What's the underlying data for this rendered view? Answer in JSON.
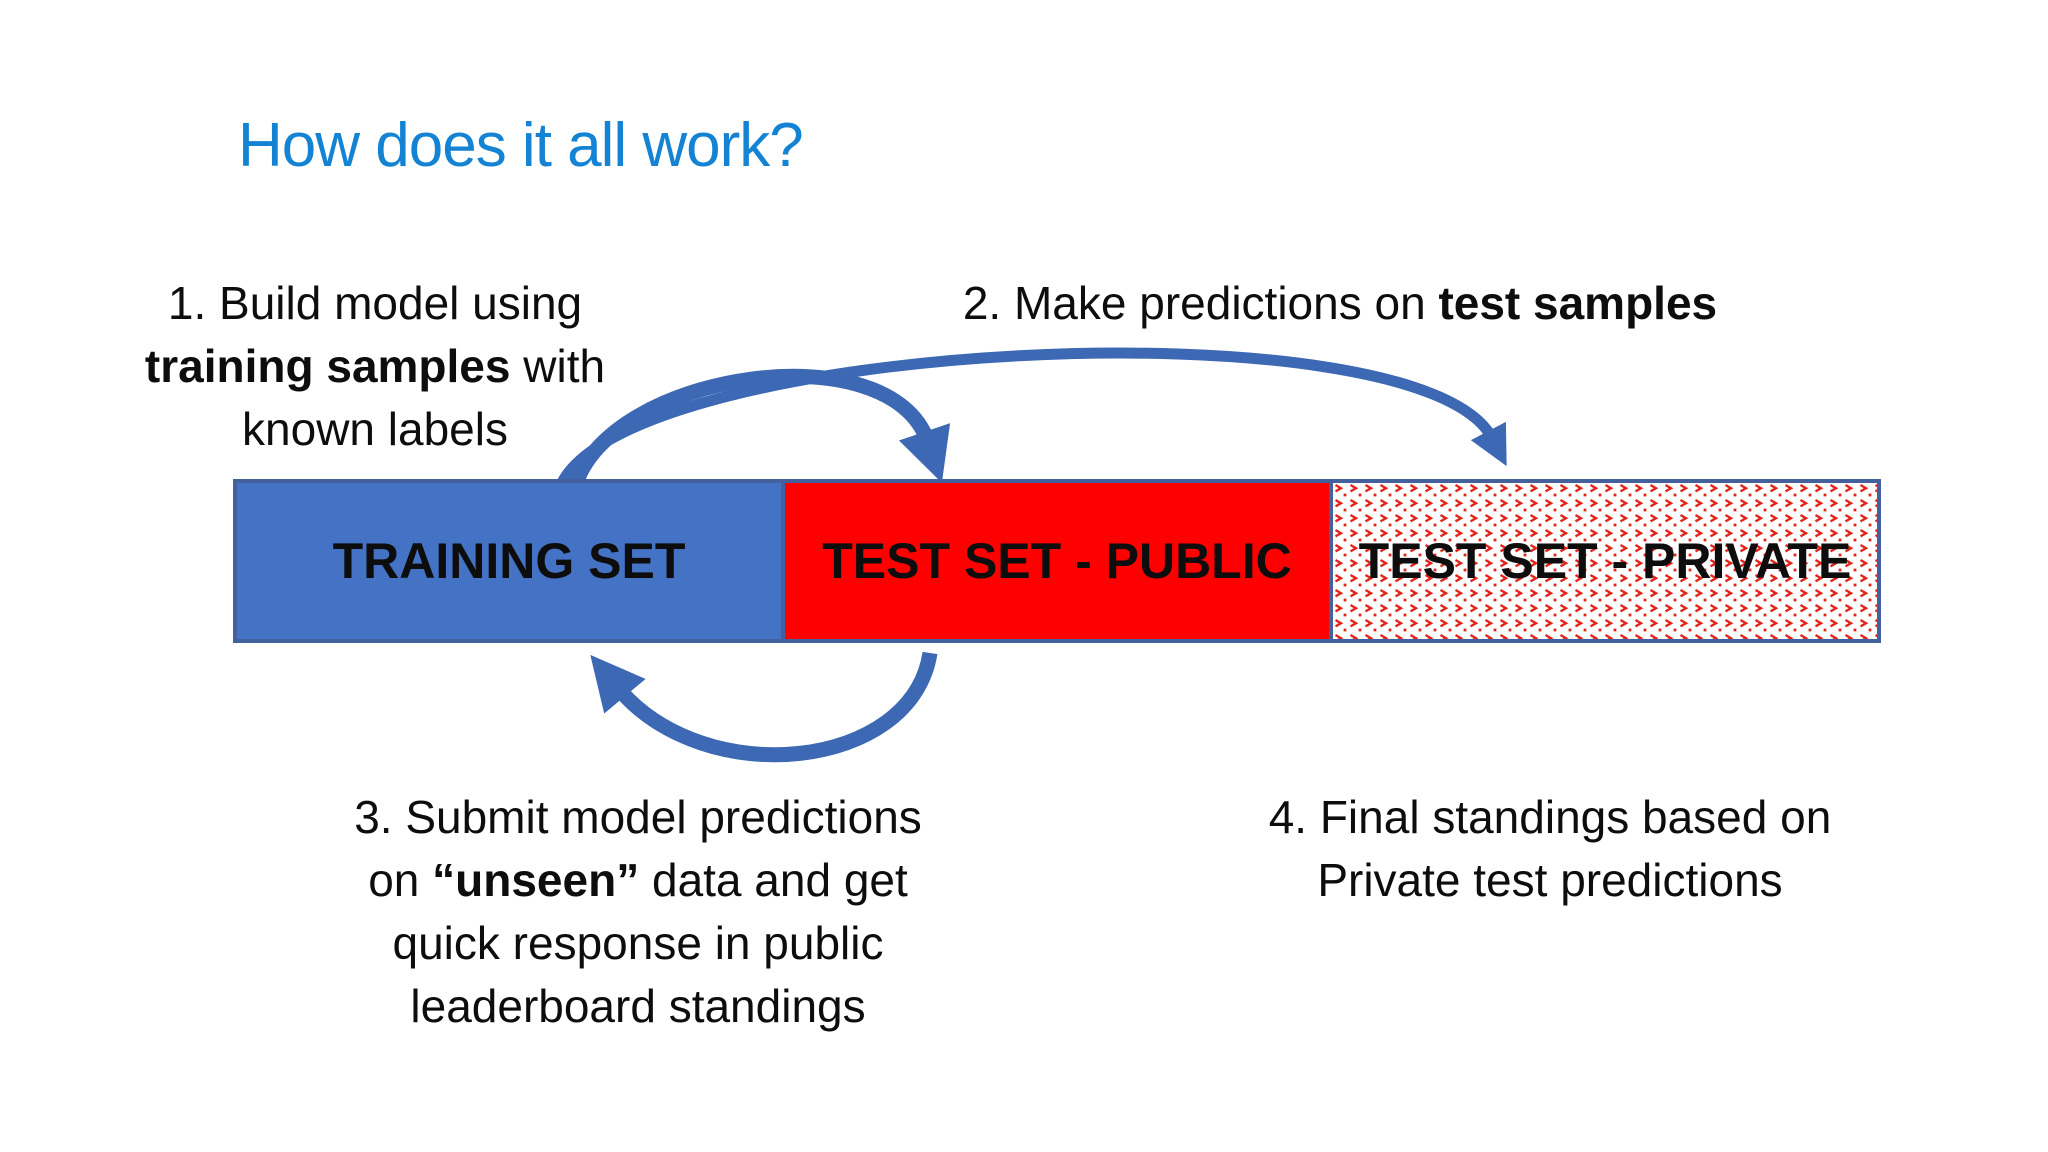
{
  "colors": {
    "background": "#ffffff",
    "title": "#1483d3",
    "text": "#0d0d0d",
    "training": "#4472c4",
    "public": "#fe0000",
    "pattern": "#e1251b",
    "bar_border": "#44619d",
    "arrow": "#3d68b3"
  },
  "title": "How does it all work?",
  "steps": {
    "step1": {
      "line1": "1. Build model using",
      "bold": "training samples",
      "line2_rest": " with",
      "line3": "known labels"
    },
    "step2": {
      "prefix": "2. Make predictions on ",
      "bold": "test samples"
    },
    "step3": {
      "line1": "3. Submit model predictions",
      "line2_pre": "on ",
      "bold": "“unseen”",
      "line2_rest": " data and get",
      "line3": "quick response in public",
      "line4": "leaderboard standings"
    },
    "step4": {
      "line1": "4. Final standings based on",
      "line2": "Private test predictions"
    }
  },
  "bars": {
    "segments": [
      {
        "label": "TRAINING SET",
        "style": "solid-blue"
      },
      {
        "label": "TEST SET - PUBLIC",
        "style": "solid-red"
      },
      {
        "label": "TEST SET - PRIVATE",
        "style": "white-with-red-dotted-pattern"
      }
    ]
  },
  "arrows": [
    {
      "name": "arrow-train-to-public",
      "from": "TRAINING SET",
      "to": "TEST SET - PUBLIC",
      "step": "2"
    },
    {
      "name": "arrow-train-to-private",
      "from": "TRAINING SET",
      "to": "TEST SET - PRIVATE",
      "step": "2"
    },
    {
      "name": "arrow-public-to-train",
      "from": "TEST SET - PUBLIC",
      "to": "TRAINING SET",
      "step": "3"
    }
  ]
}
